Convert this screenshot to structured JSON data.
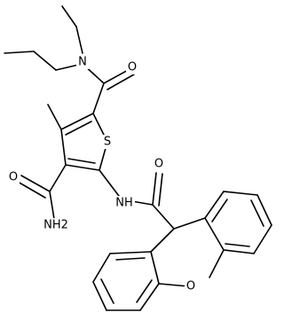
{
  "atoms": {
    "N_amide": "N",
    "O_amide_top": "O",
    "S_ring": "S",
    "O_carbamoyl": "O",
    "NH2": "NH2",
    "NH": "NH",
    "O_xanthene_carbonyl": "O",
    "O_xanthene_ring": "O"
  },
  "colors": {
    "ink": "#000000",
    "background": "#ffffff"
  }
}
